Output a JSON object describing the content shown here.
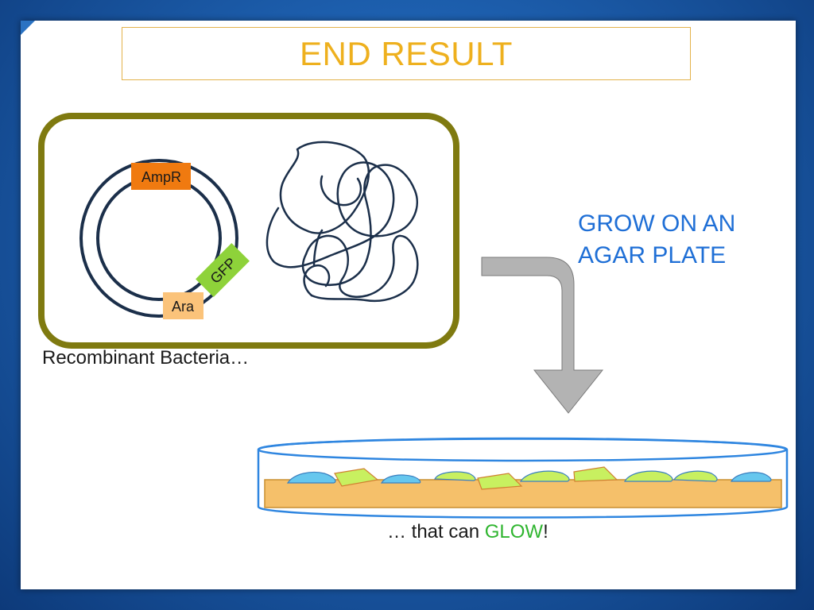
{
  "slide": {
    "title": "END RESULT",
    "plasmid_labels": {
      "ampr": "AmpR",
      "gfp": "GFP",
      "ara": "Ara"
    },
    "caption_bacteria": "Recombinant Bacteria…",
    "grow_text": "GROW ON AN AGAR PLATE",
    "glow_prefix": "… that can ",
    "glow_word": "GLOW",
    "glow_suffix": "!"
  },
  "colors": {
    "title": "#eeb01e",
    "cell_border": "#7f7a10",
    "dna": "#1b2f4a",
    "ampr_box": "#f07a10",
    "gfp_box": "#8ed23a",
    "ara_box": "#fbc37a",
    "arrow": "#b3b3b3",
    "grow_text": "#1f6fd6",
    "glow_word": "#2fb52f",
    "agar": "#f5c06a",
    "dish_rim": "#2f86e0",
    "colony_blue": "#66c7ee",
    "colony_green": "#c8f060"
  }
}
